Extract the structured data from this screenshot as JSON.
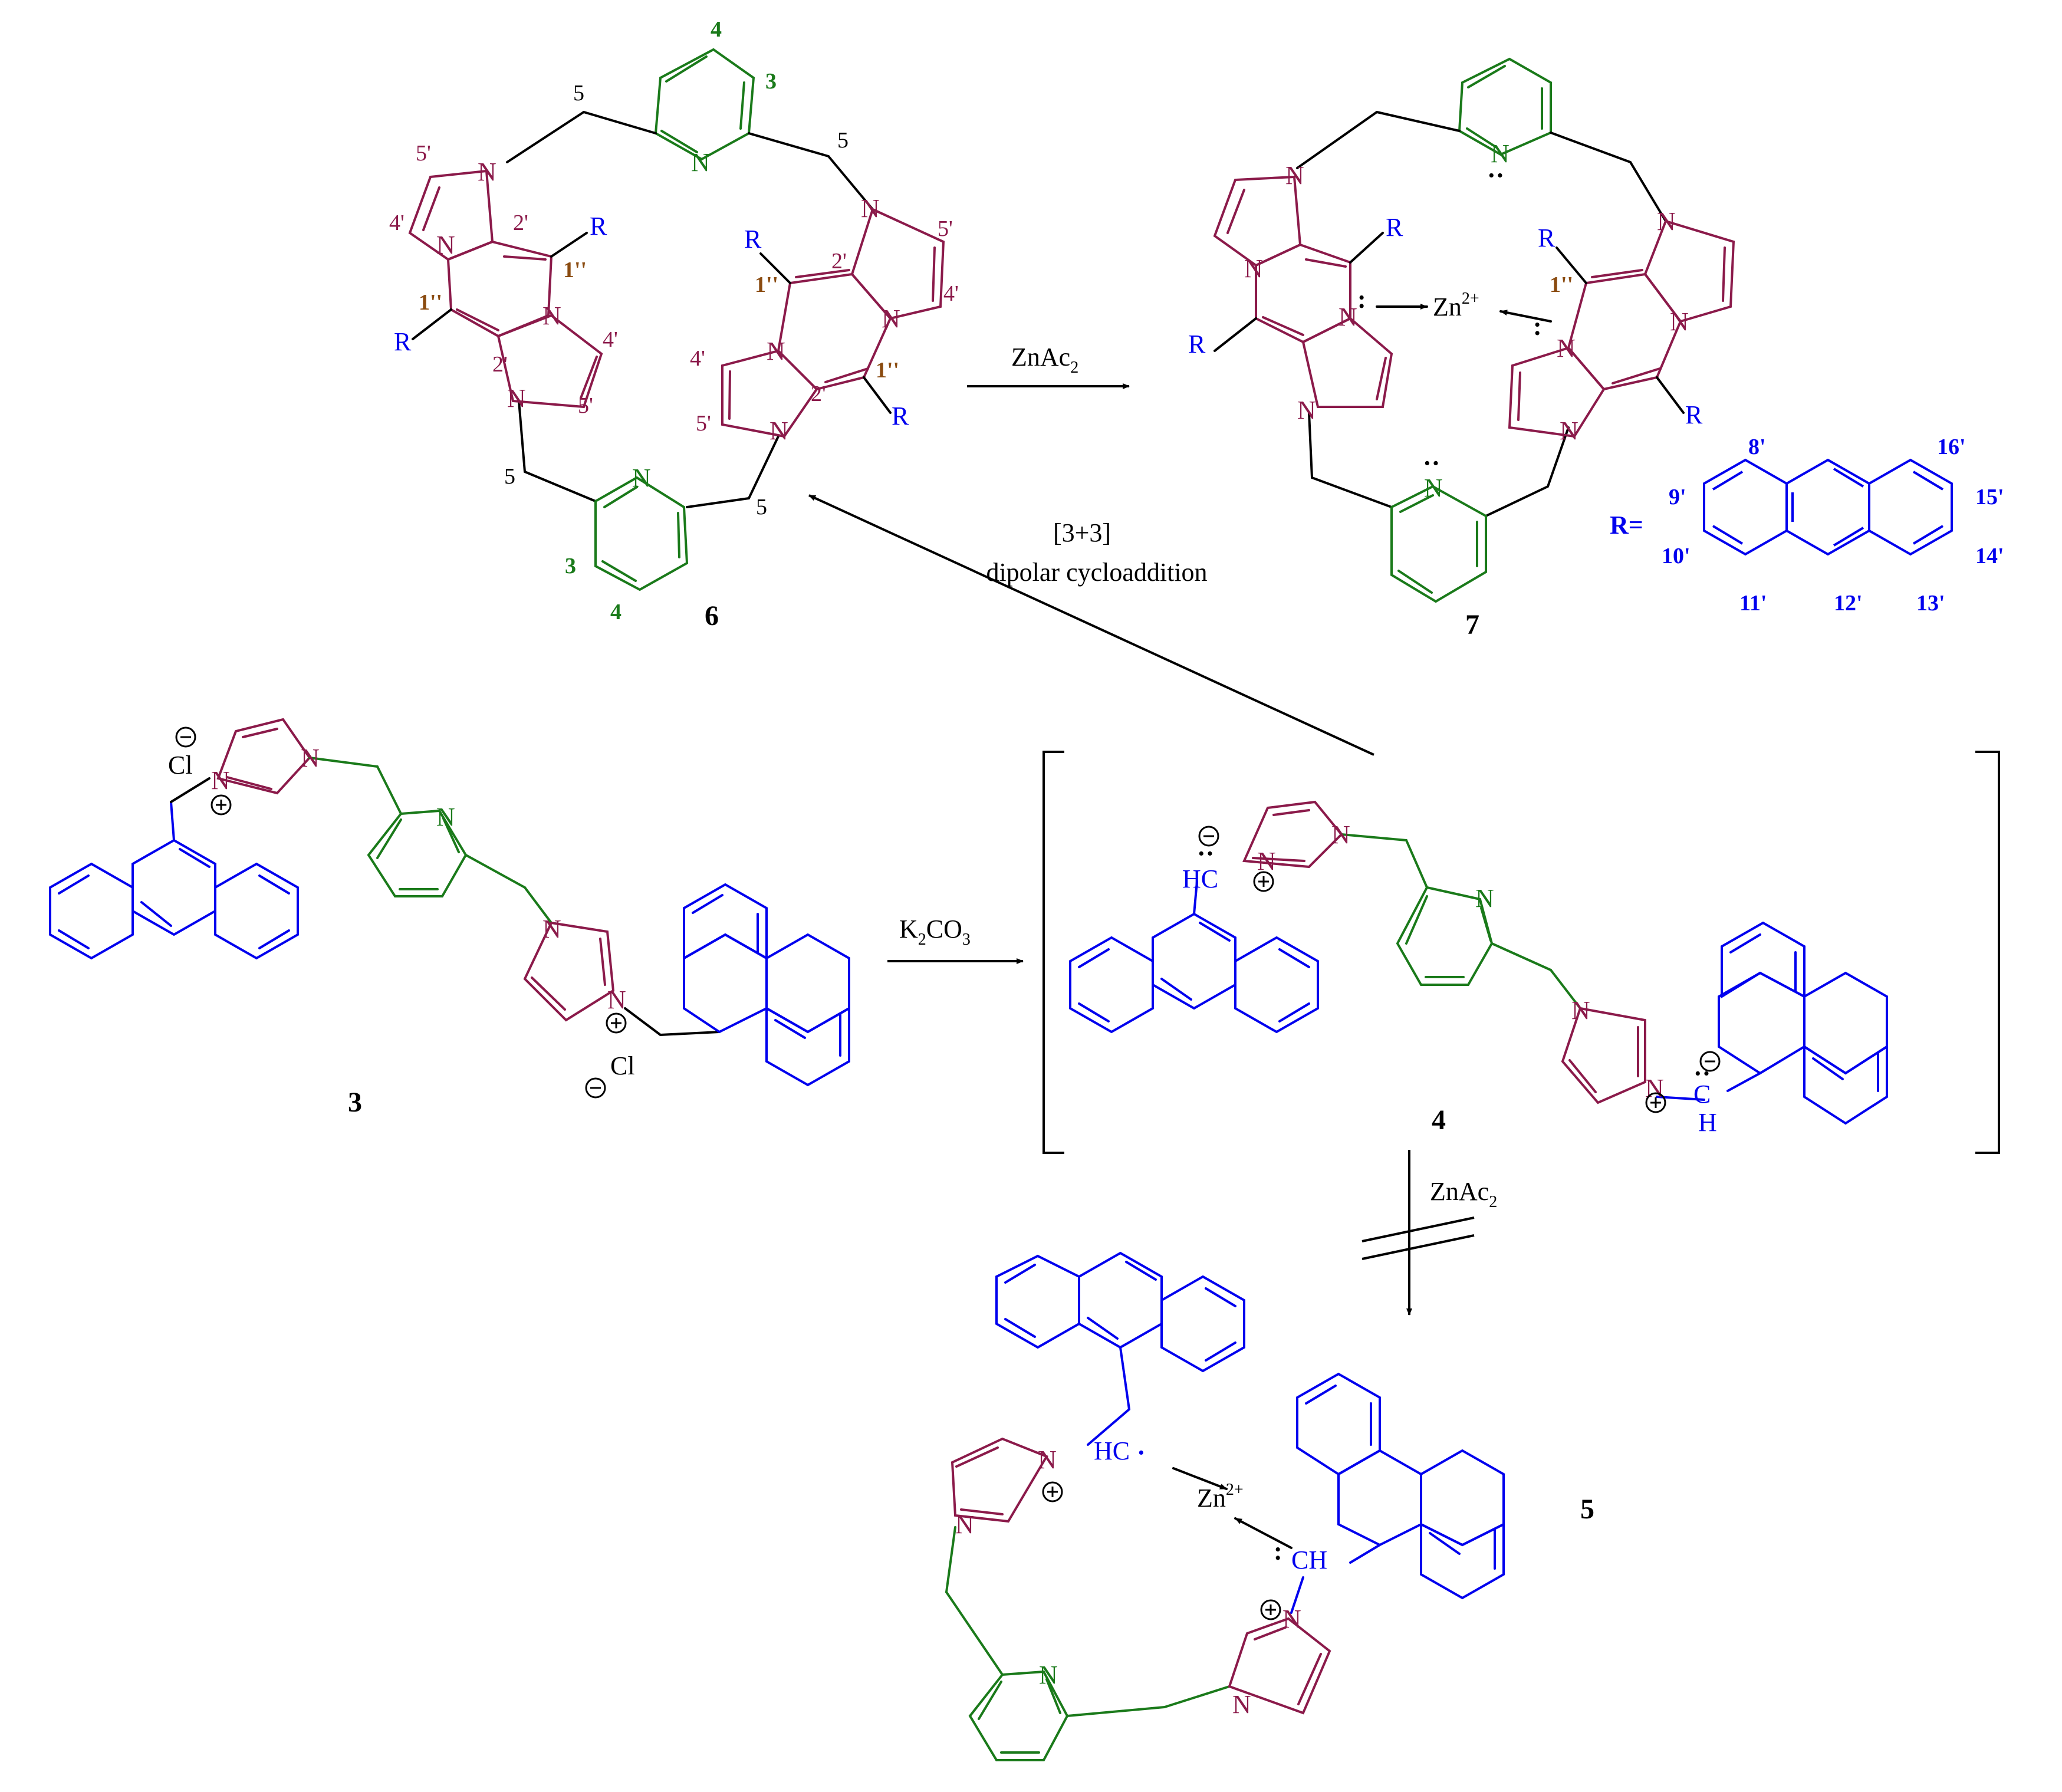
{
  "colors": {
    "pyridine": "#1a7a1a",
    "imidazole": "#8b1a4a",
    "anthracene": "#0000ee",
    "position_prime": "#8a4b10",
    "bond": "#000000"
  },
  "atoms": {
    "N": "N",
    "Cl": "Cl",
    "R": "R",
    "HC": "HC",
    "CH": "CH",
    "C": "C",
    "H": "H"
  },
  "charges": {
    "plus": "+",
    "minus": "−"
  },
  "compounds": {
    "c3": "3",
    "c4": "4",
    "c5": "5",
    "c6": "6",
    "c7": "7"
  },
  "reagents": {
    "znac2_main": "ZnAc",
    "znac2_sub": "2",
    "k2co3_k": "K",
    "k2co3_sub1": "2",
    "k2co3_co": "CO",
    "k2co3_sub2": "3",
    "cyclo_line1": "[3+3]",
    "cyclo_line2": "dipolar cycloaddition"
  },
  "zinc": {
    "symbol": "Zn",
    "charge": "2+"
  },
  "r_group_label": "R=",
  "positions": {
    "p5": "5",
    "p4": "4",
    "p3": "3",
    "p5p": "5'",
    "p4p": "4'",
    "p2p": "2'",
    "p1pp": "1''",
    "p8p": "8'",
    "p9p": "9'",
    "p10p": "10'",
    "p11p": "11'",
    "p12p": "12'",
    "p13p": "13'",
    "p14p": "14'",
    "p15p": "15'",
    "p16p": "16'"
  }
}
